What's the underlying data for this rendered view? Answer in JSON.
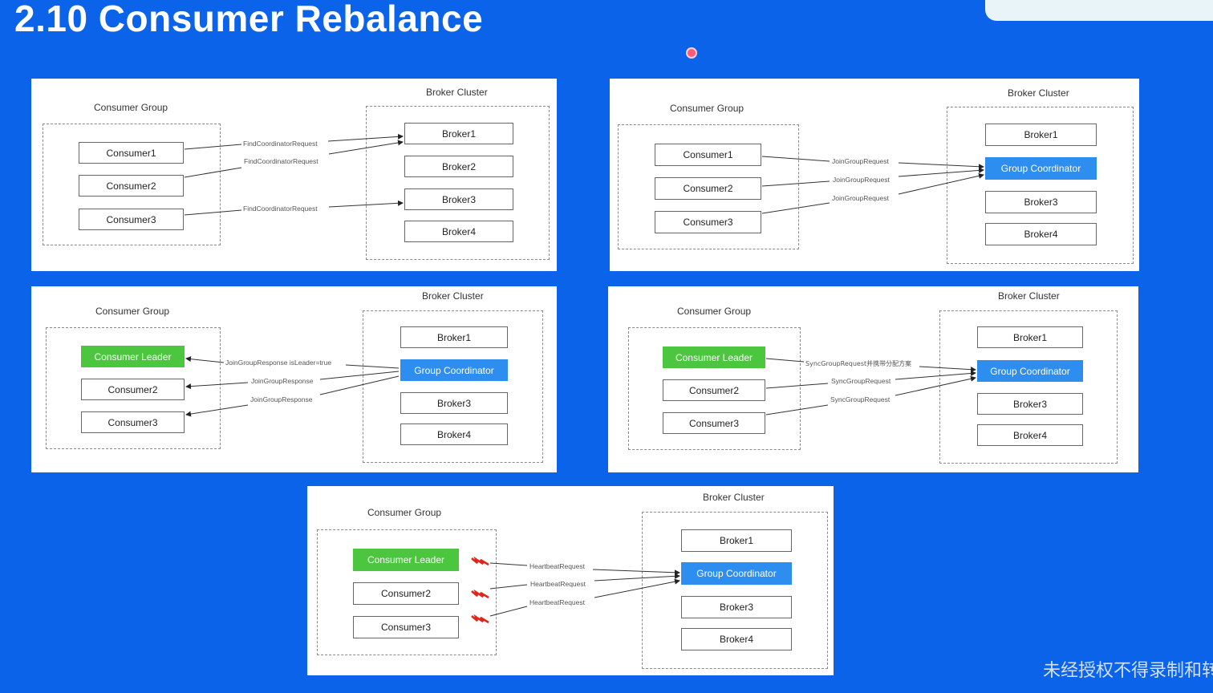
{
  "title": "2.10 Consumer Rebalance",
  "labels": {
    "consumer_group": "Consumer Group",
    "broker_cluster": "Broker Cluster"
  },
  "consumers": {
    "c1": "Consumer1",
    "c2": "Consumer2",
    "c3": "Consumer3",
    "leader": "Consumer Leader"
  },
  "brokers": {
    "b1": "Broker1",
    "b2": "Broker2",
    "b3": "Broker3",
    "b4": "Broker4",
    "coord": "Group Coordinator"
  },
  "messages": {
    "find": "FindCoordinatorRequest",
    "join_req": "JoinGroupRequest",
    "join_resp_leader": "JoinGroupResponse isLeader=true",
    "join_resp": "JoinGroupResponse",
    "sync_leader": "SyncGroupRequest并携带分配方案",
    "sync": "SyncGroupRequest",
    "heartbeat": "HeartbeatRequest"
  },
  "watermark": "未经授权不得录制和转载",
  "colors": {
    "background": "#0a63e8",
    "leader": "#4cc63f",
    "coordinator": "#2e8ef0"
  }
}
